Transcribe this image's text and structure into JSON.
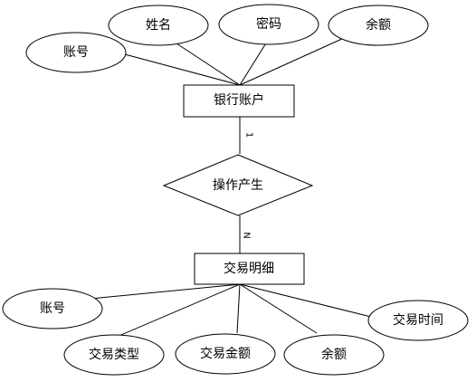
{
  "diagram": {
    "entities": {
      "account": "银行账户",
      "detail": "交易明细"
    },
    "relationship": "操作产生",
    "cardinality": {
      "account_side": "1",
      "detail_side": "N"
    },
    "account_attributes": {
      "account_no": "账号",
      "name": "姓名",
      "password": "密码",
      "balance": "余额"
    },
    "detail_attributes": {
      "account_no": "账号",
      "type": "交易类型",
      "amount": "交易金额",
      "balance": "余额",
      "time": "交易时间"
    }
  }
}
